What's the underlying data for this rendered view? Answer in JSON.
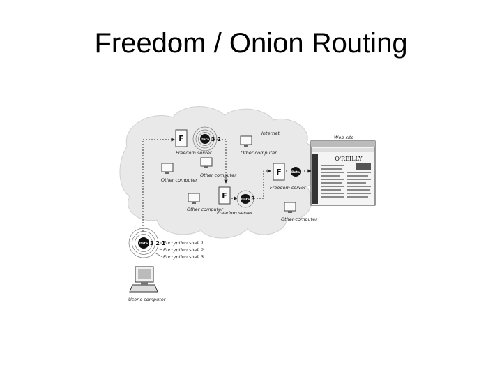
{
  "title": "Freedom / Onion Routing",
  "diagram": {
    "cloud_label": "Internet",
    "web_site_label": "Web site",
    "website_logo": "O'REILLY",
    "freedom_server_label": "Freedom server",
    "other_computer_label": "Other computer",
    "users_computer_label": "User's computer",
    "server_letter": "F",
    "data_label": "Data",
    "encryption_shells": [
      "Encryption shell 1",
      "Encryption shell 2",
      "Encryption shell 3"
    ],
    "shell_numbers_full": "3 2 1",
    "shell_numbers_mid": "3 2",
    "shell_numbers_last": "3"
  }
}
